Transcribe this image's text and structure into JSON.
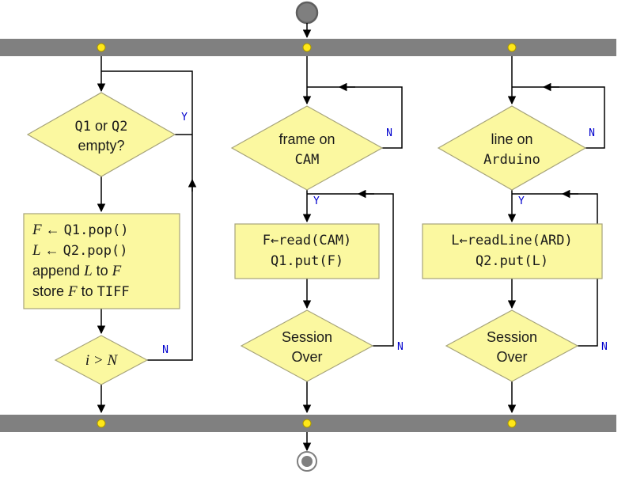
{
  "colors": {
    "bar": "#808080",
    "dot-fill": "#ffe719",
    "dot-border": "#a89600",
    "node-fill": "#fbf8a0",
    "node-border": "#a6a37a",
    "edge": "#000000",
    "label": "#0000cd",
    "terminal-fill": "#7f7f7f",
    "terminal-border": "#5f5f5f",
    "text": "#1a1a1a"
  },
  "col1": {
    "decision": {
      "seg_q1": "Q1",
      "seg_or": " or ",
      "seg_q2": "Q2",
      "line2": "empty?"
    },
    "branch_yes": "Y",
    "process": {
      "l1_var": "F",
      "l1_arrow": " ← ",
      "l1_code": "Q1.pop()",
      "l2_var": "L",
      "l2_arrow": " ← ",
      "l2_code": "Q2.pop()",
      "l3_a": "append ",
      "l3_var": "L",
      "l3_b": " to ",
      "l3_var2": "F",
      "l4_a": "store ",
      "l4_var": "F",
      "l4_b": " to ",
      "l4_code": "TIFF"
    },
    "decision2": "i > N",
    "branch_no": "N"
  },
  "col2": {
    "decision": {
      "line1": "frame on",
      "line2": "CAM"
    },
    "branch_no": "N",
    "branch_yes": "Y",
    "process": {
      "l1": "F←read(CAM)",
      "l2": "Q1.put(F)"
    },
    "decision2": {
      "line1": "Session",
      "line2": "Over"
    },
    "branch_no2": "N"
  },
  "col3": {
    "decision": {
      "line1": "line on",
      "line2": "Arduino"
    },
    "branch_no": "N",
    "branch_yes": "Y",
    "process": {
      "l1": "L←readLine(ARD)",
      "l2": "Q2.put(L)"
    },
    "decision2": {
      "line1": "Session",
      "line2": "Over"
    },
    "branch_no2": "N"
  }
}
